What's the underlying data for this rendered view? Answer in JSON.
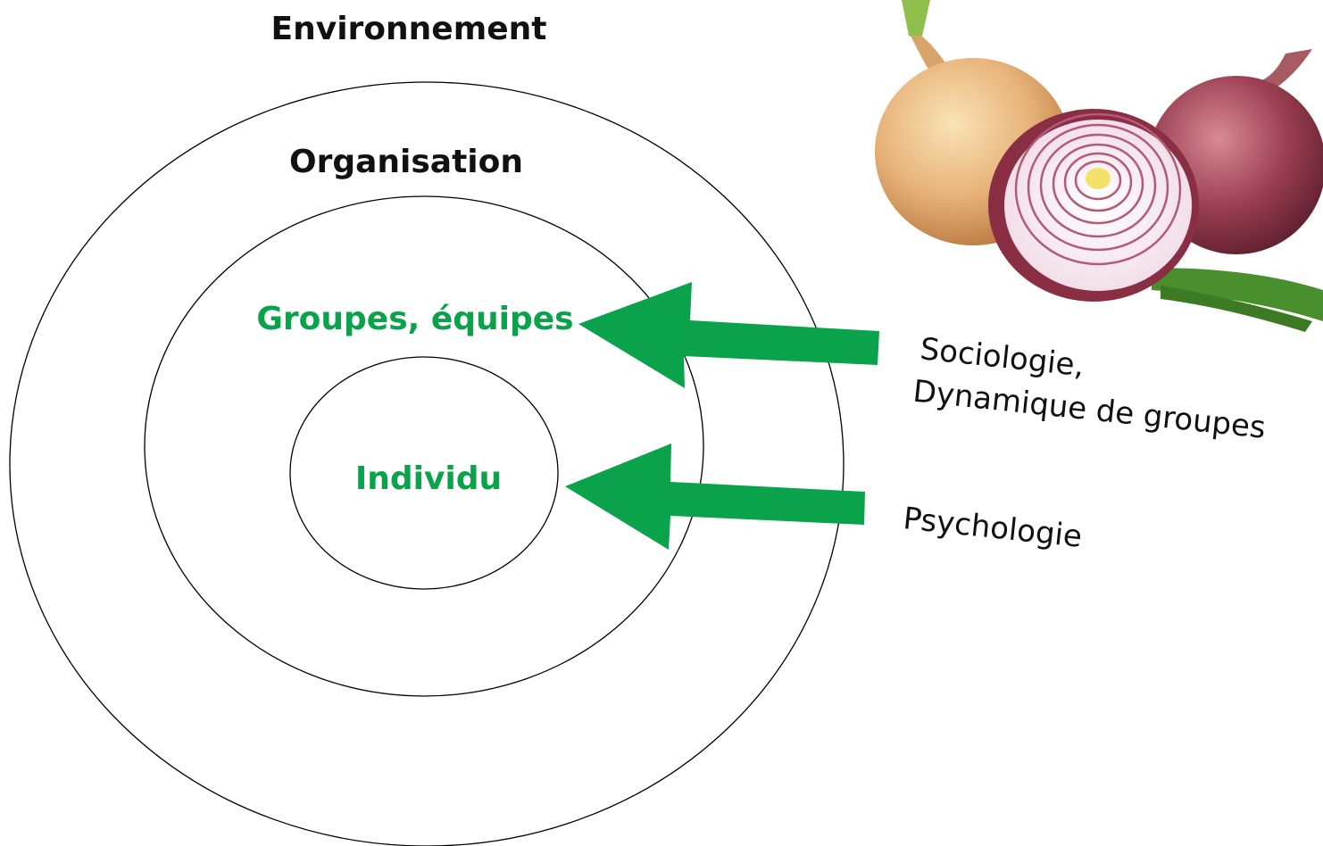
{
  "colors": {
    "background": "#ffffff",
    "ring_stroke": "#000000",
    "title_text": "#111111",
    "green_accent": "#0aa24a",
    "side_text": "#111111",
    "onion_yellow": "#e8b37a",
    "onion_red": "#9b3f52",
    "onion_flesh": "#f4e6ef",
    "onion_core": "#f2e16b",
    "stems": "#4a8f2e"
  },
  "diagram": {
    "rings": [
      {
        "id": "environment",
        "label": "Environnement",
        "label_color": "title"
      },
      {
        "id": "organisation",
        "label": "Organisation",
        "label_color": "title"
      },
      {
        "id": "groups",
        "label": "Groupes, équipes",
        "label_color": "green"
      },
      {
        "id": "individual",
        "label": "Individu",
        "label_color": "green"
      }
    ],
    "arrows": [
      {
        "id": "sociology-arrow",
        "target": "groups",
        "source_label_lines": [
          "Sociologie,",
          "Dynamique de groupes"
        ]
      },
      {
        "id": "psychology-arrow",
        "target": "individual",
        "source_label_lines": [
          "Psychologie"
        ]
      }
    ],
    "image": {
      "icon": "onions-photo-icon"
    }
  }
}
